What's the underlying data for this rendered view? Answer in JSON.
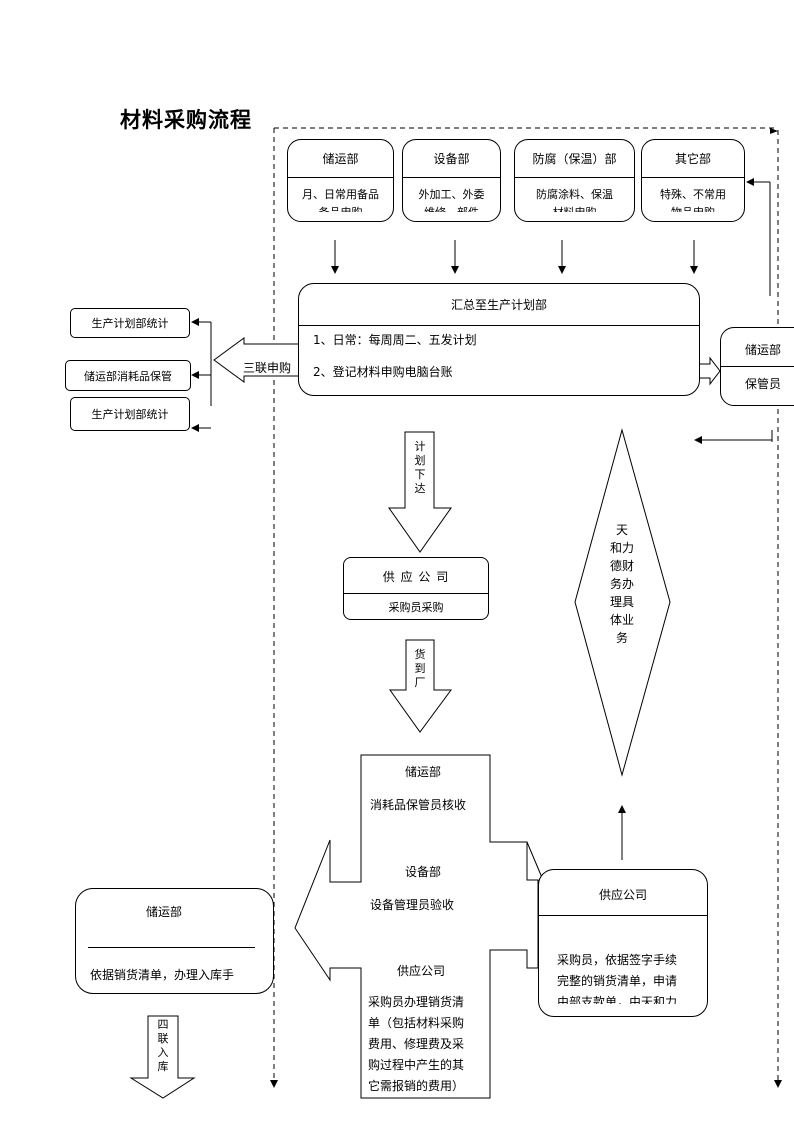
{
  "title": "材料采购流程",
  "top_depts": [
    {
      "name": "储运部",
      "desc": "月、日常用备品",
      "cut": "备品申购"
    },
    {
      "name": "设备部",
      "desc": "外加工、外委",
      "cut": "维修、部件"
    },
    {
      "name": "防腐（保温）部",
      "desc": "防腐涂料、保温",
      "cut": "材料申购"
    },
    {
      "name": "其它部",
      "desc": "特殊、不常用",
      "cut": "物品申购"
    }
  ],
  "planning": {
    "title": "汇总至生产计划部",
    "line1": "1、日常：每周周二、五发计划",
    "line2": "2、登记材料申购电脑台账"
  },
  "left_boxes": [
    "生产计划部统计",
    "储运部消耗品保管",
    "生产计划部统计"
  ],
  "sanlian": "三联申购",
  "storage_right": {
    "name": "储运部",
    "role": "保管员"
  },
  "arrow_text_1": "计划下达",
  "supply1": {
    "name": "供 应 公 司",
    "desc": "采购员采购"
  },
  "arrow_text_2": "货到厂",
  "diamond": [
    "天",
    "和力",
    "德财",
    "务办",
    "理具",
    "体业",
    "务"
  ],
  "cross": {
    "dept1": "储运部",
    "task1": "消耗品保管员核收",
    "dept2": "设备部",
    "task2": "设备管理员验收",
    "dept3": "供应公司",
    "task3": [
      "采购员办理销货清",
      "单（包括材料采购",
      "费用、修理费及采",
      "购过程中产生的其",
      "它需报销的费用）"
    ]
  },
  "supply2": {
    "name": "供应公司",
    "lines": [
      "采购员，依据签字手续",
      "完整的销货清单，申请",
      "由部支款单，由天和力"
    ]
  },
  "storage_bottom": {
    "name": "储运部",
    "desc": "依据销货清单，办理入库手"
  },
  "arrow_text_3": "四联入库"
}
